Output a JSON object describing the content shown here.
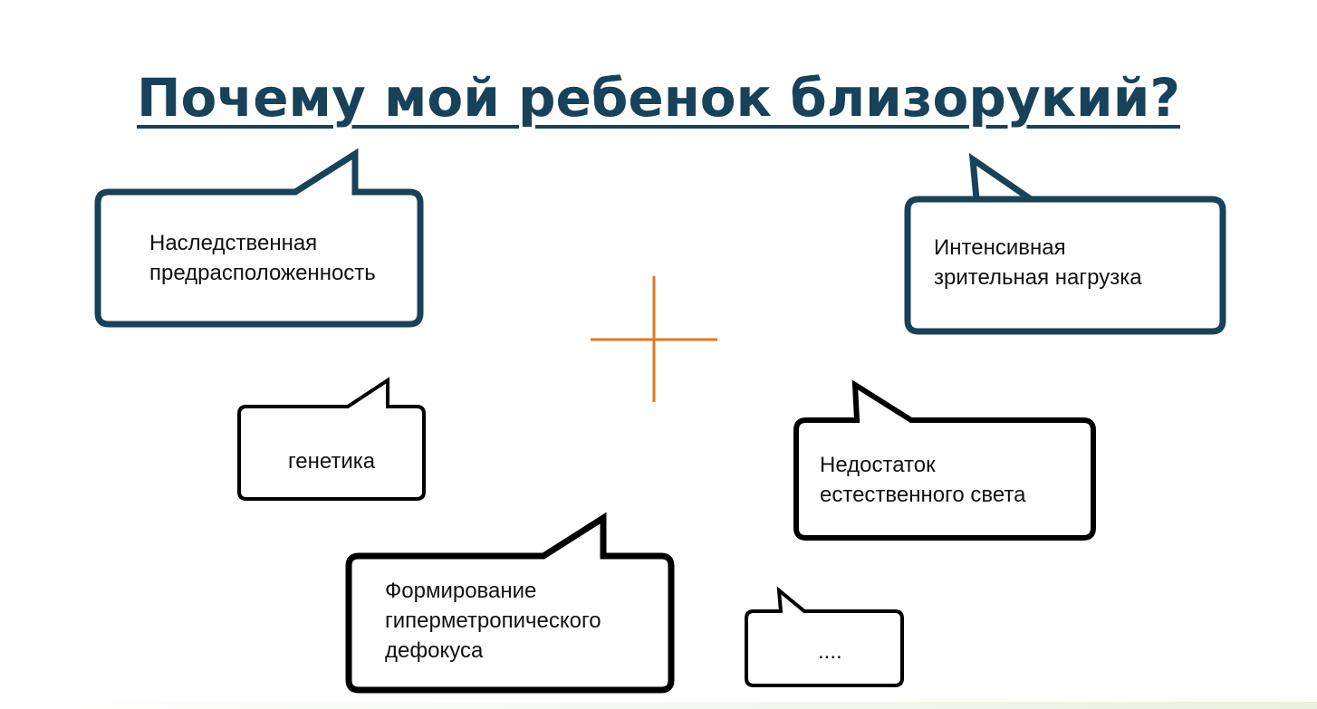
{
  "title": "Почему мой ребенок близорукий?",
  "colors": {
    "title": "#17425a",
    "bubble_dark": "#17425a",
    "bubble_black": "#000000",
    "plus": "#e07820"
  },
  "bubbles": {
    "heredity": {
      "lines": [
        "Наследственная",
        "предрасположенность"
      ]
    },
    "visual_load": {
      "lines": [
        "Интенсивная",
        "зрительная нагрузка"
      ]
    },
    "genetics": {
      "lines": [
        "генетика"
      ]
    },
    "daylight": {
      "lines": [
        "Недостаток",
        "естественного света"
      ]
    },
    "defocus": {
      "lines": [
        "Формирование",
        "гиперметропического",
        "дефокуса"
      ]
    },
    "other": {
      "lines": [
        "...."
      ]
    }
  },
  "plus_icon": "plus-icon"
}
